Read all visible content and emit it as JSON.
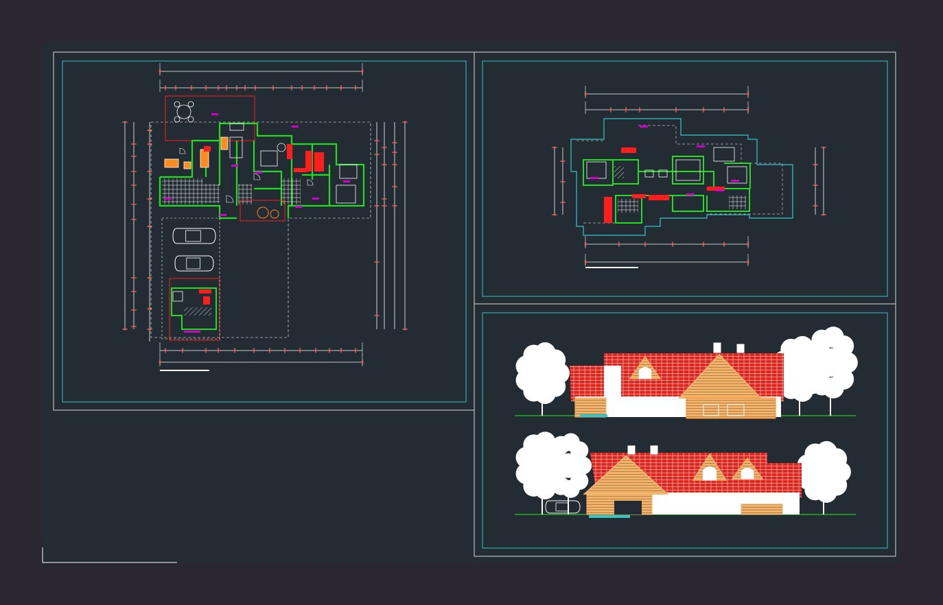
{
  "window": {
    "title": ""
  },
  "sheets": [
    {
      "id": "ground-floor-plan",
      "label": ""
    },
    {
      "id": "upper-floor-plan",
      "label": ""
    },
    {
      "id": "elevations",
      "label": ""
    }
  ],
  "colors": {
    "window_bg": "#2b2730",
    "paper_bg": "#232b33",
    "sheet_frame": "#d8d8d8",
    "viewport_frame": "#35c7c7",
    "walls": "#22dd22",
    "furniture": "#ffffff",
    "accent_red": "#ff1e1e",
    "accent_orange": "#ff8a1e",
    "accent_magenta": "#d000d0",
    "roof_red": "#e0251c",
    "timber": "#f2b36b",
    "ground_line": "#22cc22",
    "dims": "#ffffff",
    "tree": "#ffffff"
  },
  "icons": [
    "tree-icon",
    "car-icon",
    "door-swing-icon",
    "furniture-block-icon"
  ]
}
